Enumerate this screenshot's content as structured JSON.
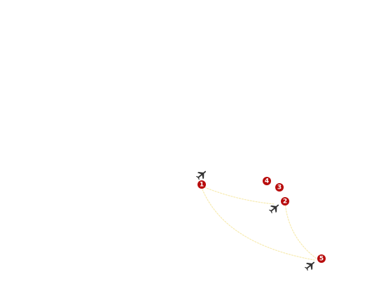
{
  "map": {
    "background": "#ffffff",
    "route_color": "#f7ebb0",
    "marker_color": "#b80c0c",
    "marker_text_color": "#ffffff",
    "plane_color": "#333333"
  },
  "markers": [
    {
      "label": "1",
      "icon": "numbered-pin"
    },
    {
      "label": "2",
      "icon": "numbered-pin"
    },
    {
      "label": "3",
      "icon": "numbered-pin"
    },
    {
      "label": "4",
      "icon": "numbered-pin"
    },
    {
      "label": "5",
      "icon": "numbered-pin"
    }
  ],
  "routes": [
    {
      "from": "1",
      "to": "2"
    },
    {
      "from": "2",
      "to": "5"
    },
    {
      "from": "1",
      "to": "5"
    }
  ],
  "planes": [
    {
      "icon": "airplane-icon",
      "near": "1"
    },
    {
      "icon": "airplane-icon",
      "near": "2"
    },
    {
      "icon": "airplane-icon",
      "near": "5"
    }
  ]
}
